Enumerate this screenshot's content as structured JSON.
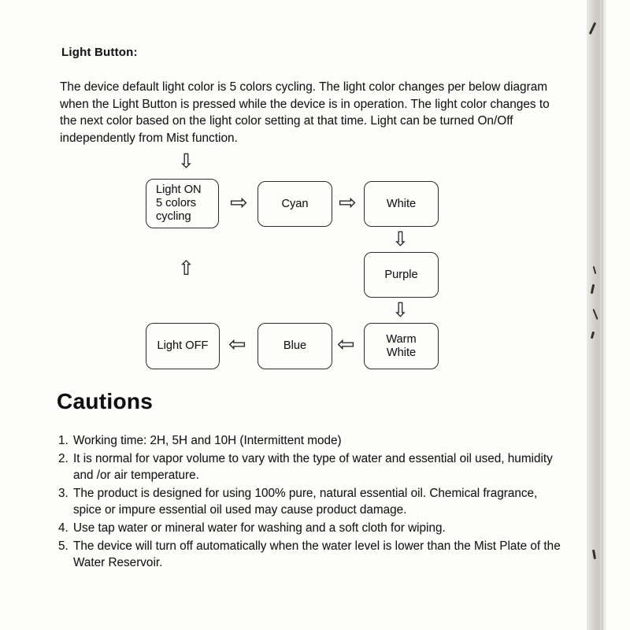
{
  "meta": {
    "ink_color": "#1b1b1b",
    "paper_color": "#fdfdfb"
  },
  "header": {
    "title": "Light Button:"
  },
  "intro": "The device default light color is 5 colors cycling. The light color changes per below diagram when the Light Button is pressed while the device is in operation. The light color changes to the next color based on the light color setting at that time.  Light can be turned On/Off independently from Mist function.",
  "diagram": {
    "nodes": [
      {
        "id": "light-on",
        "label": "Light ON\n5 colors\ncycling"
      },
      {
        "id": "cyan",
        "label": "Cyan"
      },
      {
        "id": "white",
        "label": "White"
      },
      {
        "id": "purple",
        "label": "Purple"
      },
      {
        "id": "warm-white",
        "label": "Warm\nWhite"
      },
      {
        "id": "blue",
        "label": "Blue"
      },
      {
        "id": "light-off",
        "label": "Light OFF"
      }
    ],
    "icons": {
      "arrow_right": "⇨",
      "arrow_left": "⇦",
      "arrow_up": "⇧",
      "arrow_down": "⇩"
    }
  },
  "cautions": {
    "title": "Cautions",
    "items": [
      {
        "num": "1.",
        "text": "Working time: 2H, 5H and 10H (Intermittent mode)"
      },
      {
        "num": "2.",
        "text": "It is normal for vapor volume to vary with the type of water and essential oil used, humidity and /or air temperature."
      },
      {
        "num": "3.",
        "text": "The product is designed for using 100% pure, natural essential oil. Chemical fragrance, spice or impure essential oil used may cause product damage."
      },
      {
        "num": "4.",
        "text": "Use tap water or mineral water for washing and a soft cloth for wiping."
      },
      {
        "num": "5.",
        "text": "The device will turn off automatically when the water level is lower than the Mist Plate of the Water Reservoir."
      }
    ]
  }
}
